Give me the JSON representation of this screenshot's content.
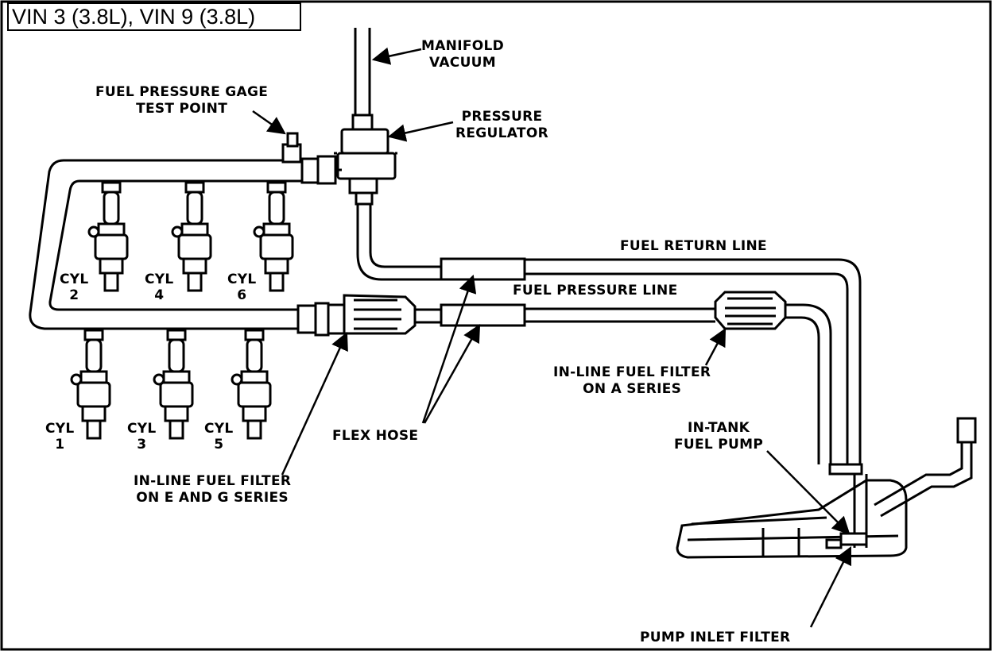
{
  "title": "VIN 3 (3.8L), VIN 9 (3.8L)",
  "labels": {
    "manifold_vacuum": [
      "MANIFOLD",
      "VACUUM"
    ],
    "fuel_pressure_gage": [
      "FUEL PRESSURE GAGE",
      "TEST POINT"
    ],
    "pressure_regulator": [
      "PRESSURE",
      "REGULATOR"
    ],
    "fuel_return_line": "FUEL RETURN LINE",
    "fuel_pressure_line": "FUEL PRESSURE LINE",
    "inline_filter_a": [
      "IN-LINE FUEL FILTER",
      "ON A SERIES"
    ],
    "inline_filter_eg": [
      "IN-LINE FUEL FILTER",
      "ON E AND G SERIES"
    ],
    "flex_hose": "FLEX HOSE",
    "in_tank_pump": [
      "IN-TANK",
      "FUEL PUMP"
    ],
    "pump_inlet_filter": "PUMP INLET FILTER"
  },
  "cylinders": [
    {
      "label": "CYL",
      "num": "2"
    },
    {
      "label": "CYL",
      "num": "4"
    },
    {
      "label": "CYL",
      "num": "6"
    },
    {
      "label": "CYL",
      "num": "1"
    },
    {
      "label": "CYL",
      "num": "3"
    },
    {
      "label": "CYL",
      "num": "5"
    }
  ]
}
